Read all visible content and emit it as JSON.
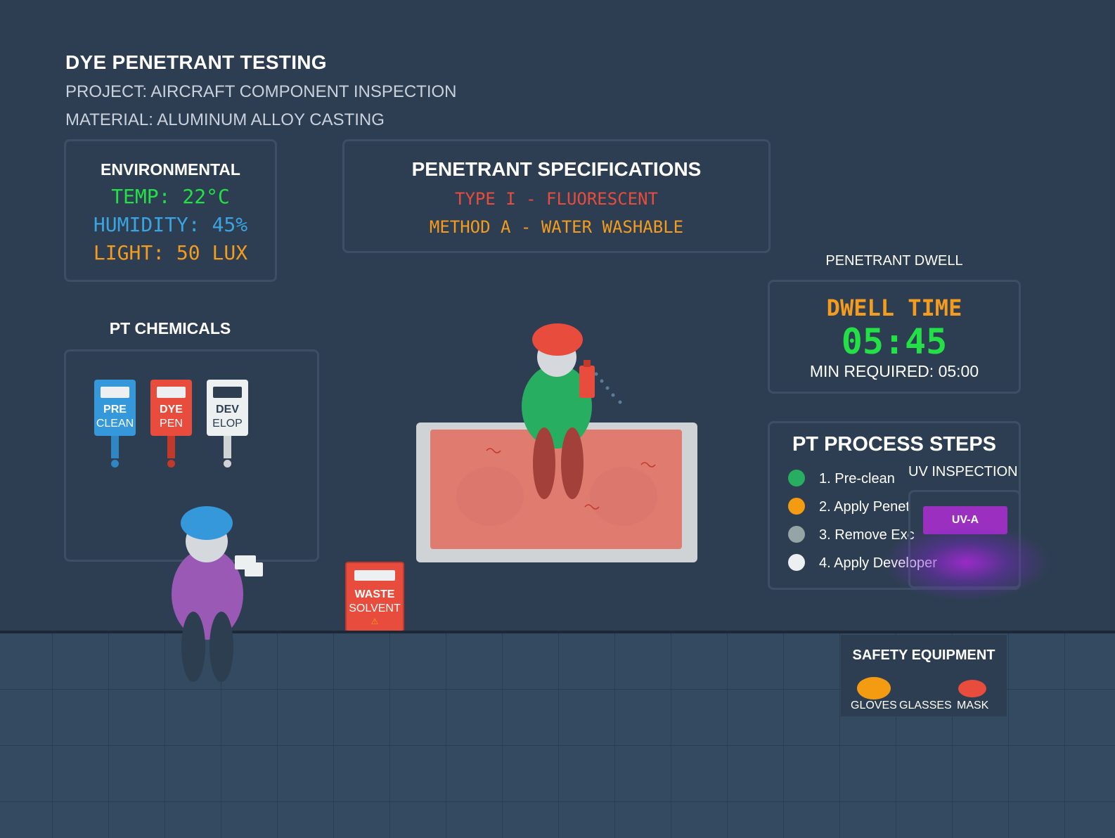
{
  "header": {
    "title": "DYE PENETRANT TESTING",
    "project": "PROJECT: AIRCRAFT COMPONENT INSPECTION",
    "material": "MATERIAL: ALUMINUM ALLOY CASTING"
  },
  "environmental": {
    "title": "ENVIRONMENTAL",
    "temp": "TEMP: 22°C",
    "humidity": "HUMIDITY: 45%",
    "light": "LIGHT: 50 LUX"
  },
  "specs": {
    "title": "PENETRANT SPECIFICATIONS",
    "type": "TYPE I - FLUORESCENT",
    "method": "METHOD A - WATER WASHABLE"
  },
  "dwell": {
    "label": "PENETRANT DWELL",
    "title": "DWELL TIME",
    "time": "05:45",
    "min_required": "MIN REQUIRED: 05:00"
  },
  "chemicals": {
    "title": "PT CHEMICALS",
    "bottles": [
      {
        "line1": "PRE",
        "line2": "CLEAN",
        "color": "#3498db",
        "text_color": "#ffffff",
        "nozzle_color": "#2f86c2"
      },
      {
        "line1": "DYE",
        "line2": "PEN",
        "color": "#e74c3c",
        "text_color": "#ffffff",
        "nozzle_color": "#c0392b"
      },
      {
        "line1": "DEV",
        "line2": "ELOP",
        "color": "#ecf0f1",
        "text_color": "#2c3e50",
        "nozzle_color": "#cfd3d6"
      }
    ]
  },
  "waste": {
    "line1": "WASTE",
    "line2": "SOLVENT",
    "warning_icon": "⚠"
  },
  "process": {
    "title": "PT PROCESS STEPS",
    "steps": [
      {
        "label": "1. Pre-clean",
        "color": "#27ae60"
      },
      {
        "label": "2. Apply Penet",
        "color": "#f39c12"
      },
      {
        "label": "3. Remove Exc",
        "color": "#95a5a6"
      },
      {
        "label": "4. Apply Developer",
        "color": "#ecf0f1"
      }
    ]
  },
  "uv": {
    "label": "UV INSPECTION",
    "button": "UV-A"
  },
  "safety": {
    "title": "SAFETY EQUIPMENT",
    "items": [
      "GLOVES",
      "GLASSES",
      "MASK"
    ],
    "colors": {
      "gloves": "#f39c12",
      "mask": "#e74c3c"
    }
  },
  "colors": {
    "background": "#2e3e52",
    "floor": "#334a60",
    "accent_green": "#22e046",
    "accent_orange": "#f39c1d",
    "accent_red": "#e74c3c",
    "accent_blue": "#3aa4e0"
  }
}
